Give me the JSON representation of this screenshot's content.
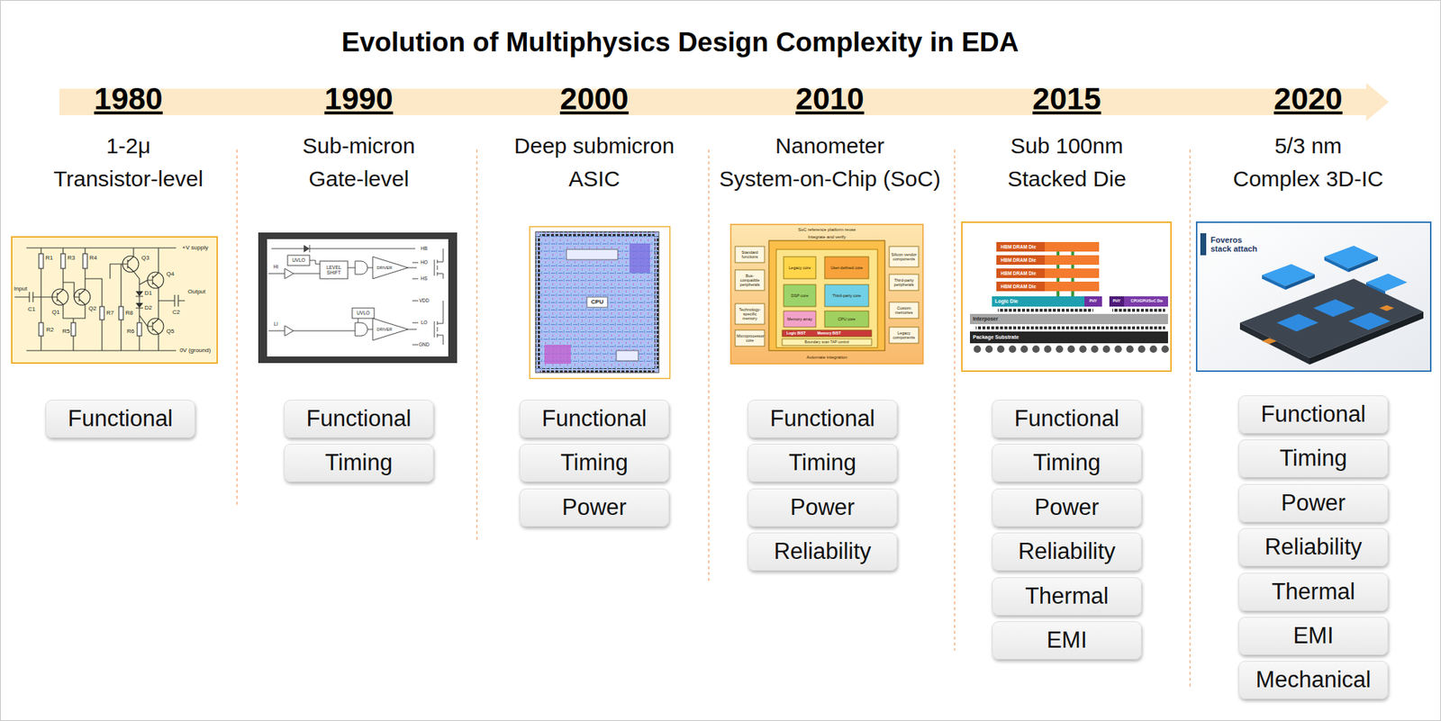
{
  "diagram": {
    "title": "Evolution of Multiphysics Design Complexity in EDA",
    "nodes": [
      {
        "text": [
          "Functional"
        ]
      },
      {
        "text": [
          "Functional"
        ]
      },
      {
        "text": [
          "Timing"
        ]
      },
      {
        "text": [
          "Functional"
        ]
      },
      {
        "text": [
          "Timing"
        ]
      },
      {
        "text": [
          "Power"
        ]
      },
      {
        "text": [
          "Functional"
        ]
      },
      {
        "text": [
          "Timing"
        ]
      },
      {
        "text": [
          "Power"
        ]
      },
      {
        "text": [
          "Reliability"
        ]
      },
      {
        "text": [
          "Functional"
        ]
      },
      {
        "text": [
          "Timing"
        ]
      },
      {
        "text": [
          "Power"
        ]
      },
      {
        "text": [
          "Reliability"
        ]
      },
      {
        "text": [
          "Thermal"
        ]
      },
      {
        "text": [
          "EMI"
        ]
      },
      {
        "text": [
          "Functional"
        ]
      },
      {
        "text": [
          "Timing"
        ]
      },
      {
        "text": [
          "Power"
        ]
      },
      {
        "text": [
          "Reliability"
        ]
      },
      {
        "text": [
          "Thermal"
        ]
      },
      {
        "text": [
          "EMI"
        ]
      },
      {
        "text": [
          "Mechanical"
        ]
      }
    ],
    "labels": [
      "1980",
      "1-2μ",
      "Transistor-level",
      "R1",
      "R3",
      "R4",
      "+V supply",
      "Q3",
      "Q4",
      "Input",
      "C1",
      "Q1",
      "Q2",
      "D1",
      "D2",
      "R7",
      "R8",
      "Output",
      "C2",
      "Q5",
      "R6",
      "R2",
      "R5",
      "0V (ground)",
      "1990",
      "Sub-micron",
      "Gate-level",
      "HB",
      "UVLO",
      "LEVEL SHIFT",
      "DRIVER",
      "HO",
      "HS",
      "HI",
      "VDD",
      "UVLO",
      "DRIVER",
      "LO",
      "LI",
      "GND",
      "2000",
      "Deep submicron",
      "ASIC",
      "CPU",
      "2010",
      "Nanometer",
      "System-on-Chip (SoC)",
      "SoC reference platform reuse",
      "Integrate and verify",
      "Standard functions",
      "Bus-compatible peripherals",
      "Technology-specific memory",
      "Microprocessor core",
      "Legacy core",
      "User-defined core",
      "DSP core",
      "Third-party core",
      "Memory array",
      "CPU core",
      "Logic BIST",
      "Memory BIST",
      "Boundary scan TAP control",
      "Silicon vendor components",
      "Third-party peripherals",
      "Custom memories",
      "Legacy components",
      "Automate integration",
      "2015",
      "Sub 100nm",
      "Stacked Die",
      "HBM DRAM Die",
      "HBM DRAM Die",
      "HBM DRAM Die",
      "HBM DRAM Die",
      "Logic Die",
      "PHY",
      "PHY",
      "CPU/GPU/SoC Die",
      "Interposer",
      "Package Substrate",
      "2020",
      "5/3 nm",
      "Complex 3D-IC",
      "Foveros stack attach"
    ]
  }
}
